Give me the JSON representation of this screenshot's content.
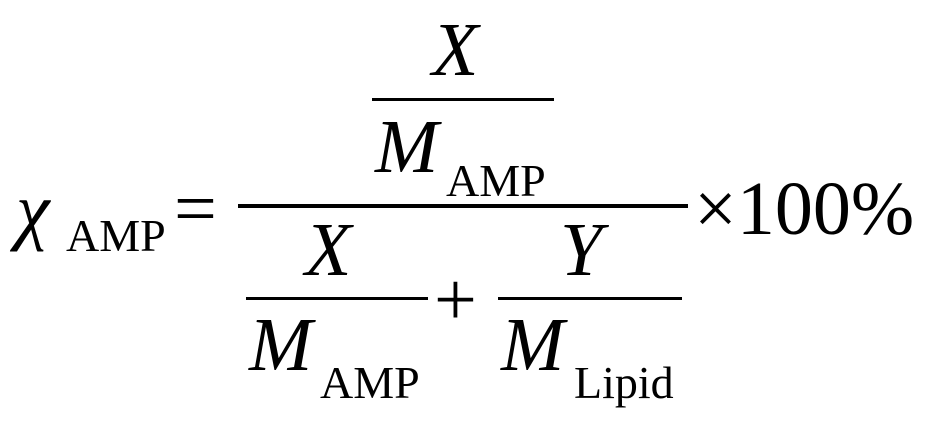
{
  "formula": {
    "lhs": {
      "symbol": "χ",
      "subscript": "AMP"
    },
    "equals": "=",
    "numerator": {
      "var": "X",
      "denom_symbol": "M",
      "denom_subscript": "AMP"
    },
    "denominator": {
      "term1": {
        "var": "X",
        "denom_symbol": "M",
        "denom_subscript": "AMP"
      },
      "plus": "+",
      "term2": {
        "var": "Y",
        "denom_symbol": "M",
        "denom_subscript": "Lipid"
      }
    },
    "multiplier": "×100%"
  }
}
